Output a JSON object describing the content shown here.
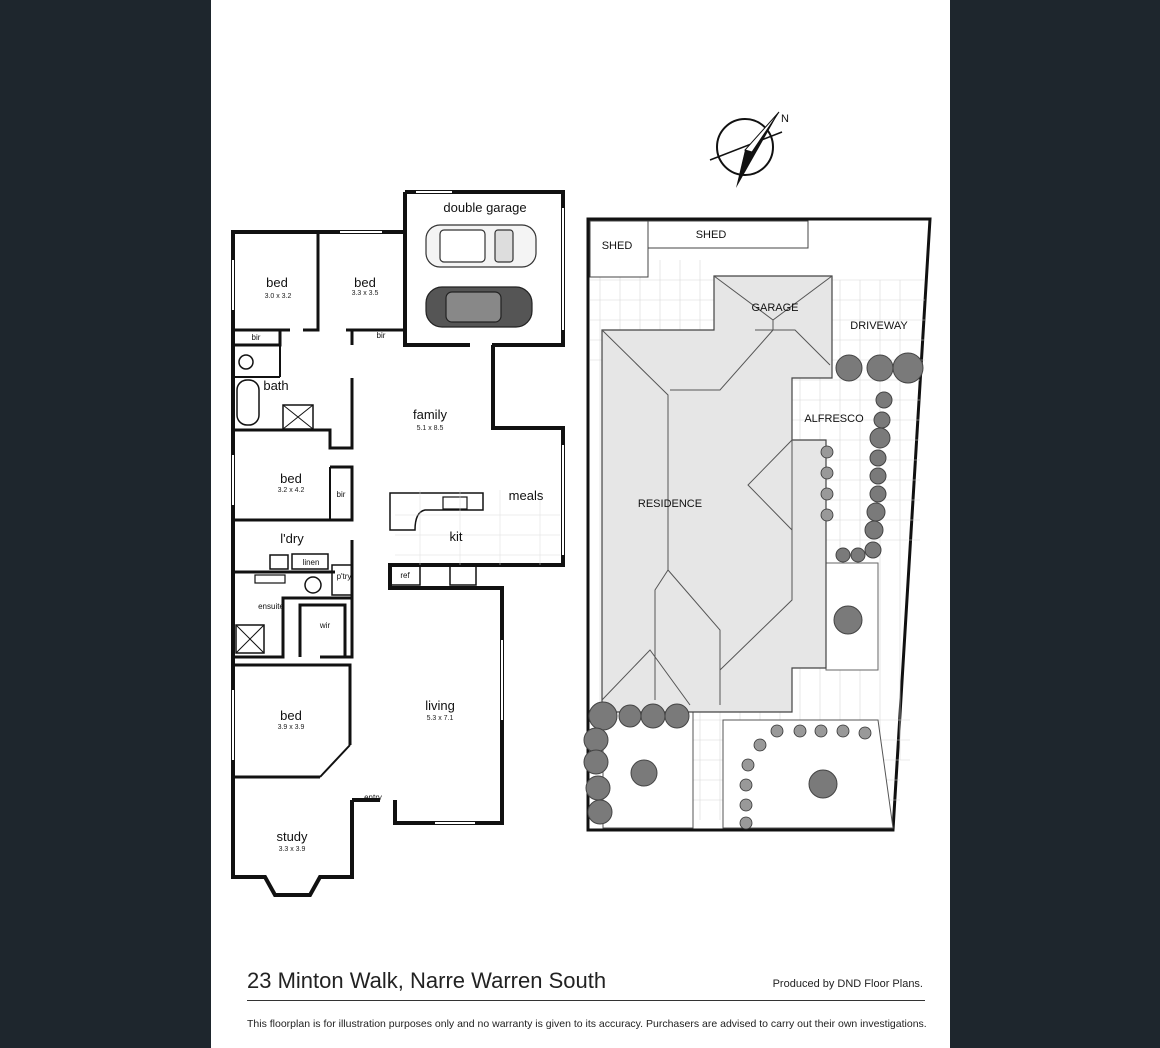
{
  "floorplan": {
    "rooms": {
      "double_garage": {
        "name": "double garage"
      },
      "bed1": {
        "name": "bed",
        "size": "3.0 x 3.2"
      },
      "bed2": {
        "name": "bed",
        "size": "3.3 x 3.5"
      },
      "bir1": "bir",
      "bir2": "bir",
      "bath": "bath",
      "family": {
        "name": "family",
        "size": "5.1 x 8.5"
      },
      "bed3": {
        "name": "bed",
        "size": "3.2 x 4.2"
      },
      "bir3": "bir",
      "meals": "meals",
      "kit": "kit",
      "ldry": "l'dry",
      "linen": "linen",
      "ptry": "p'try",
      "ref": "ref",
      "ensuite": "ensuite",
      "wir": "wir",
      "bed4": {
        "name": "bed",
        "size": "3.9 x 3.9"
      },
      "living": {
        "name": "living",
        "size": "5.3 x 7.1"
      },
      "entry": "entry",
      "study": {
        "name": "study",
        "size": "3.3 x 3.9"
      }
    }
  },
  "siteplan": {
    "shed1": "SHED",
    "shed2": "SHED",
    "garage": "GARAGE",
    "driveway": "DRIVEWAY",
    "alfresco": "ALFRESCO",
    "residence": "RESIDENCE",
    "compass": "N"
  },
  "footer": {
    "address": "23 Minton Walk, Narre Warren South",
    "producer": "Produced by DND Floor Plans.",
    "disclaimer": "This floorplan is for illustration purposes only and no warranty is given to its accuracy. Purchasers are advised to carry out their own investigations."
  }
}
